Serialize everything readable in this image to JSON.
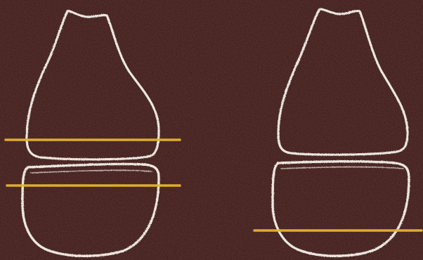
{
  "scene": {
    "description_visible_text": "",
    "colors": {
      "chalkboard": "#3a1a18",
      "chalk_white": "#e9e4dc",
      "marker_yellow": "#e6b52e"
    },
    "figures": [
      {
        "id": "left",
        "parts": [
          "upper-lobe",
          "lower-lobe"
        ],
        "marker_lines": 2
      },
      {
        "id": "right",
        "parts": [
          "upper-lobe",
          "lower-lobe"
        ],
        "marker_lines": 1
      }
    ]
  }
}
